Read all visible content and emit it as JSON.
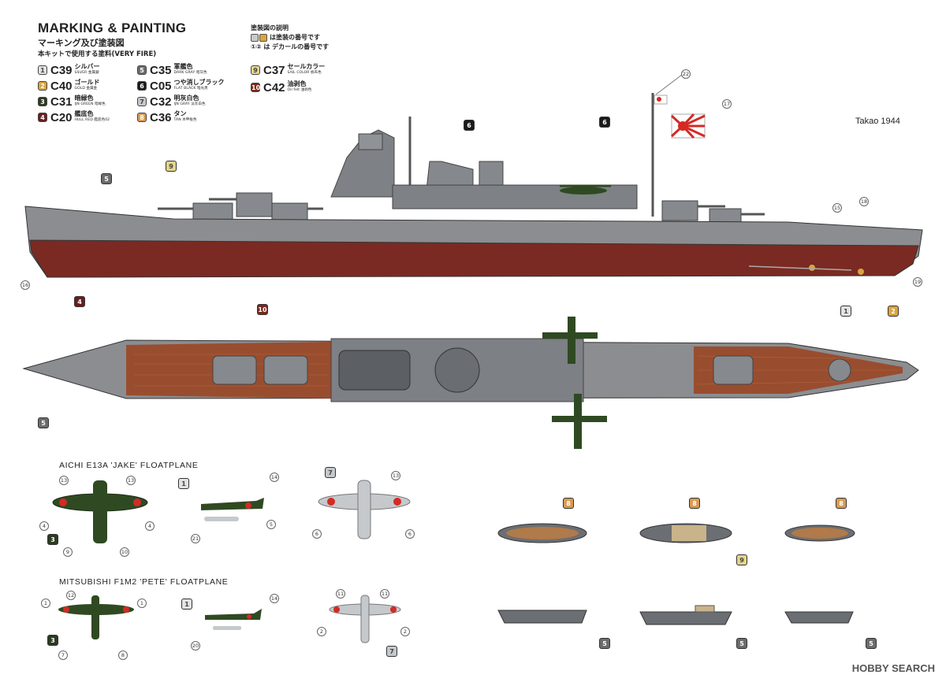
{
  "header": {
    "title": "MARKING & PAINTING",
    "subtitle_jp": "マーキング及び塗装図",
    "paint_note": "本キットで使用する塗料(VERY FIRE)"
  },
  "explanation": {
    "title": "塗装図の説明",
    "line1": "は塗装の番号です",
    "line2": "は デカールの番号です",
    "line2_prefix": "①②"
  },
  "ship_label": "Takao 1944",
  "paints": [
    {
      "num": "1",
      "code": "C39",
      "jp": "シルバー",
      "en": "SILVER 金属銀",
      "color": "#e2e2e2"
    },
    {
      "num": "2",
      "code": "C40",
      "jp": "ゴールド",
      "en": "GOLD 金属金",
      "color": "#d9a441"
    },
    {
      "num": "3",
      "code": "C31",
      "jp": "暗緑色",
      "en": "IJN GREEN 暗緑色",
      "color": "#2c3a22"
    },
    {
      "num": "4",
      "code": "C20",
      "jp": "艦底色",
      "en": "HULL RED 艦底色02",
      "color": "#6b1e1e"
    },
    {
      "num": "5",
      "code": "C35",
      "jp": "軍艦色",
      "en": "DARK GRAY 暗灰色",
      "color": "#6c6c6c"
    },
    {
      "num": "6",
      "code": "C05",
      "jp": "つや消しブラック",
      "en": "FLAT BLACK 暗光黒",
      "color": "#1a1a1a"
    },
    {
      "num": "7",
      "code": "C32",
      "jp": "明灰白色",
      "en": "IJN GRAY 淡灰白色",
      "color": "#c6c9cc"
    },
    {
      "num": "8",
      "code": "C36",
      "jp": "タン",
      "en": "TAN 木甲板色",
      "color": "#d79b54"
    },
    {
      "num": "9",
      "code": "C37",
      "jp": "セールカラー",
      "en": "SAIL COLOR 帆布色",
      "color": "#e2d58a"
    },
    {
      "num": "10",
      "code": "C42",
      "jp": "油剥色",
      "en": "Oil felt 油剥色",
      "color": "#7a2a1e"
    }
  ],
  "planes": {
    "jake": {
      "title": "AICHI E13A 'JAKE' FLOATPLANE"
    },
    "pete": {
      "title": "MITSUBISHI F1M2 'PETE' FLOATPLANE"
    }
  },
  "callouts": {
    "side_profile": [
      "22",
      "17",
      "15",
      "18",
      "16",
      "19"
    ],
    "jake_top": [
      "13",
      "13",
      "4",
      "4",
      "9",
      "10"
    ],
    "jake_side": [
      "14",
      "21",
      "5"
    ],
    "jake_bottom": [
      "13",
      "6",
      "6"
    ],
    "pete_top": [
      "12",
      "1",
      "1",
      "7",
      "8"
    ],
    "pete_side": [
      "14",
      "20"
    ],
    "pete_bottom": [
      "11",
      "11",
      "2",
      "2"
    ]
  },
  "badges": {
    "side": [
      "5",
      "9",
      "6",
      "6",
      "4",
      "1",
      "2"
    ],
    "top": [
      "10",
      "5"
    ],
    "boats": [
      "8",
      "8",
      "9",
      "8",
      "5",
      "5",
      "5"
    ],
    "jake": [
      "3",
      "1",
      "7"
    ],
    "pete": [
      "3",
      "1",
      "7"
    ]
  },
  "watermark": "HOBBY SEARCH",
  "colors": {
    "hull_red": "#7a2a22",
    "deck_wood": "#9a4a2a",
    "ship_gray": "#8b8d90",
    "dark_green": "#2f4a22",
    "flag_red": "#d42a24"
  }
}
